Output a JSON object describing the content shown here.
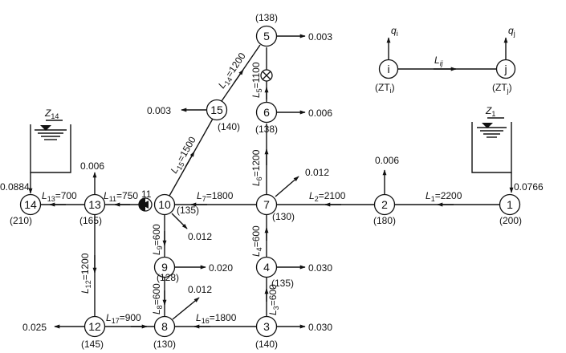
{
  "nodes": [
    {
      "id": "1",
      "elev": "(200)"
    },
    {
      "id": "2",
      "elev": "(180)"
    },
    {
      "id": "3",
      "elev": "(140)"
    },
    {
      "id": "4",
      "elev": "(135)"
    },
    {
      "id": "5",
      "elev": "(138)"
    },
    {
      "id": "6",
      "elev": "(138)"
    },
    {
      "id": "7",
      "elev": "(130)"
    },
    {
      "id": "8",
      "elev": "(130)"
    },
    {
      "id": "9",
      "elev": "(128)"
    },
    {
      "id": "10",
      "elev": "(135)"
    },
    {
      "id": "12",
      "elev": "(145)"
    },
    {
      "id": "13",
      "elev": "(165)"
    },
    {
      "id": "14",
      "elev": "(210)"
    },
    {
      "id": "15",
      "elev": "(140)"
    }
  ],
  "pipes": [
    {
      "sub": "1",
      "len": "=2200"
    },
    {
      "sub": "2",
      "len": "=2100"
    },
    {
      "sub": "3",
      "len": "=600"
    },
    {
      "sub": "4",
      "len": "=600"
    },
    {
      "sub": "5",
      "len": "=1100"
    },
    {
      "sub": "6",
      "len": "=1200"
    },
    {
      "sub": "7",
      "len": "=1800"
    },
    {
      "sub": "8",
      "len": "=600"
    },
    {
      "sub": "9",
      "len": "=600"
    },
    {
      "sub": "11",
      "len": "=750"
    },
    {
      "sub": "12",
      "len": "=1200"
    },
    {
      "sub": "13",
      "len": "=700"
    },
    {
      "sub": "14",
      "len": "=1200"
    },
    {
      "sub": "15",
      "len": "=1500"
    },
    {
      "sub": "16",
      "len": "=1800"
    },
    {
      "sub": "17",
      "len": "=900"
    }
  ],
  "pipe_letter": "L",
  "demands": {
    "n1": "0.0766",
    "n2": "0.006",
    "n3": "0.030",
    "n4": "0.030",
    "n5": "0.003",
    "n6": "0.006",
    "n7": "0.012",
    "n8": "0.012",
    "n9": "0.020",
    "n10": "0.012",
    "n12": "0.025",
    "n13": "0.006",
    "n14": "0.0884",
    "n15": "0.003"
  },
  "pump_label": "11",
  "reservoirs": {
    "r1": {
      "letter": "Z",
      "sub": "1"
    },
    "r14": {
      "letter": "Z",
      "sub": "14"
    }
  },
  "legend": {
    "node_i": "i",
    "node_j": "j",
    "q_letter": "q",
    "q_i_sub": "i",
    "q_j_sub": "j",
    "pipe_letter": "L",
    "pipe_sub": "ij",
    "zt_i_main": "(ZT",
    "zt_i_sub": "i",
    "zt_j_main": "(ZT",
    "zt_j_sub": "j",
    "close_paren": ")"
  }
}
